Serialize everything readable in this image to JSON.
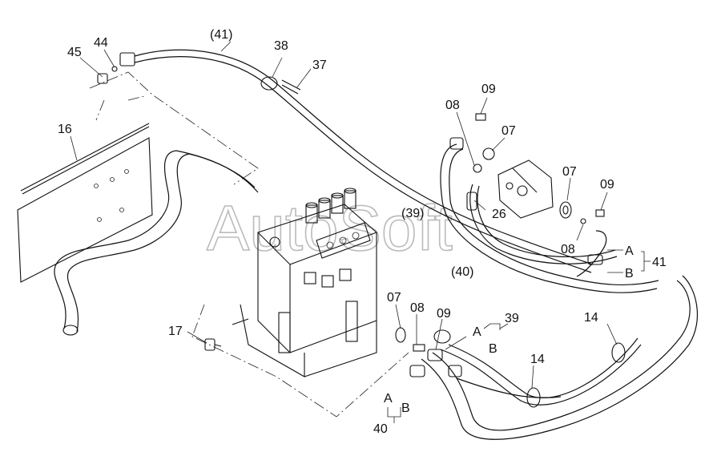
{
  "watermark": "AutoSoft",
  "callouts": [
    {
      "id": "c41-top",
      "text": "(41)"
    },
    {
      "id": "c45",
      "text": "45"
    },
    {
      "id": "c44",
      "text": "44"
    },
    {
      "id": "c38",
      "text": "38"
    },
    {
      "id": "c37",
      "text": "37"
    },
    {
      "id": "c16",
      "text": "16"
    },
    {
      "id": "c09-a",
      "text": "09"
    },
    {
      "id": "c08-a",
      "text": "08"
    },
    {
      "id": "c07-a",
      "text": "07"
    },
    {
      "id": "c07-b",
      "text": "07"
    },
    {
      "id": "c09-b",
      "text": "09"
    },
    {
      "id": "c39-mid",
      "text": "(39)"
    },
    {
      "id": "c26",
      "text": "26"
    },
    {
      "id": "c08-b",
      "text": "08"
    },
    {
      "id": "c40-mid",
      "text": "(40)"
    },
    {
      "id": "cA-41",
      "text": "A"
    },
    {
      "id": "cB-41",
      "text": "B"
    },
    {
      "id": "c41-right",
      "text": "41"
    },
    {
      "id": "c07-c",
      "text": "07"
    },
    {
      "id": "c08-c",
      "text": "08"
    },
    {
      "id": "c09-c",
      "text": "09"
    },
    {
      "id": "cA-39",
      "text": "A"
    },
    {
      "id": "cB-39",
      "text": "B"
    },
    {
      "id": "c39-right",
      "text": "39"
    },
    {
      "id": "c14-a",
      "text": "14"
    },
    {
      "id": "c14-b",
      "text": "14"
    },
    {
      "id": "c17",
      "text": "17"
    },
    {
      "id": "cA-40",
      "text": "A"
    },
    {
      "id": "cB-40",
      "text": "B"
    },
    {
      "id": "c40-bottom",
      "text": "40"
    }
  ]
}
